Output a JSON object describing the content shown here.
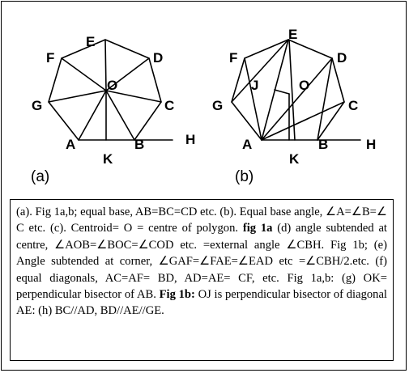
{
  "figure": {
    "panel_a": {
      "sublabel": "(a)",
      "vertices": {
        "A": "A",
        "B": "B",
        "C": "C",
        "D": "D",
        "E": "E",
        "F": "F",
        "G": "G",
        "H": "H",
        "K": "K",
        "O": "O"
      }
    },
    "panel_b": {
      "sublabel": "(b)",
      "vertices": {
        "A": "A",
        "B": "B",
        "C": "C",
        "D": "D",
        "E": "E",
        "F": "F",
        "G": "G",
        "H": "H",
        "K": "K",
        "O": "O",
        "J": "J"
      }
    }
  },
  "caption": {
    "s1": "(a). Fig 1a,b; equal base, AB=BC=CD etc. (b). Equal base angle, ∠A=∠B=∠ C etc. (c). Centroid= O = centre of polygon. ",
    "b1": "fig 1a",
    "s2": " (d) angle subtended at centre, ∠AOB=∠BOC=∠COD etc. =external angle ∠CBH. Fig 1b; (e) Angle subtended at corner, ∠GAF=∠FAE=∠EAD etc =∠CBH/2.etc. (f) equal diagonals, AC=AF= BD, AD=AE= CF, etc. Fig 1a,b: (g) OK= perpendicular bisector of AB. ",
    "b2": "Fig 1b:",
    "s3": " OJ is perpendicular bisector of diagonal AE: (h) BC//AD, BD//AE//GE."
  }
}
